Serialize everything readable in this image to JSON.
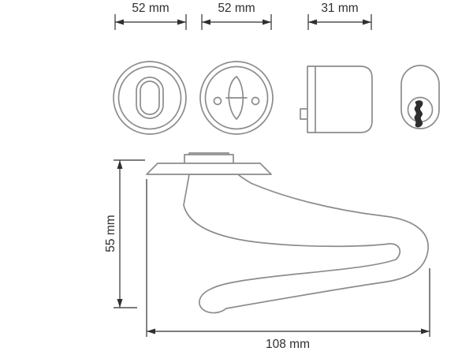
{
  "colors": {
    "background": "#ffffff",
    "part_line": "#8c8c8c",
    "dim_line": "#2f2f2f",
    "keyway": "#2e2e2e"
  },
  "dimensions": {
    "rose1": "52 mm",
    "rose2": "52 mm",
    "lock_case": "31 mm",
    "handle_height": "55 mm",
    "handle_length": "108 mm"
  }
}
